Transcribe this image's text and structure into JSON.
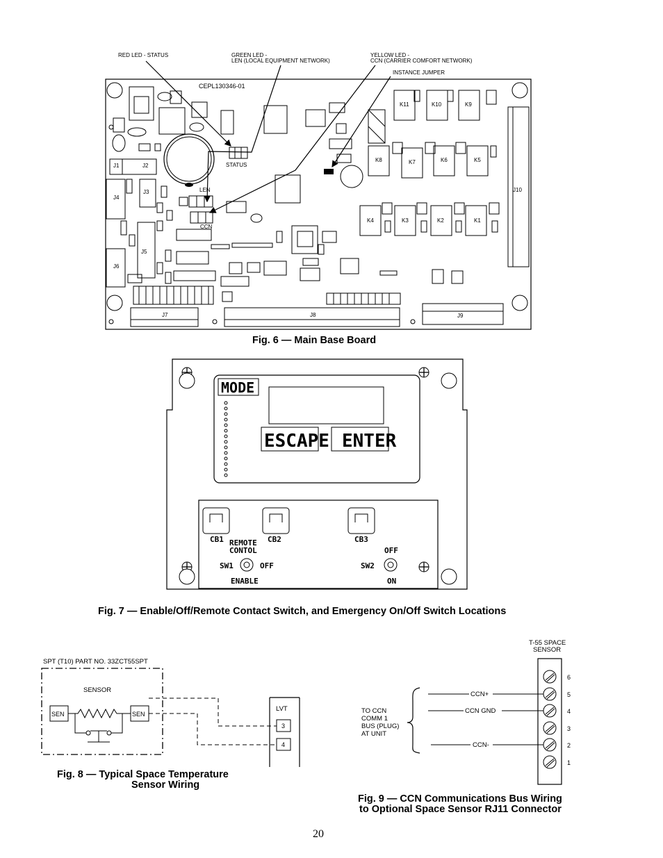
{
  "fig6": {
    "callouts": {
      "red_led": "RED LED - STATUS",
      "green_led_line1": "GREEN LED -",
      "green_led_line2": "LEN (LOCAL EQUIPMENT NETWORK)",
      "yellow_led_line1": "YELLOW LED -",
      "yellow_led_line2": "CCN (CARRIER COMFORT NETWORK)",
      "instance_jumper": "INSTANCE JUMPER"
    },
    "board_part": "CEPL130346-01",
    "led_labels": {
      "status": "STATUS",
      "len": "LEN",
      "ccn": "CCN"
    },
    "connectors": [
      "J1",
      "J2",
      "J3",
      "J4",
      "J5",
      "J6",
      "J7",
      "J8",
      "J9",
      "J10"
    ],
    "relays": [
      "K11",
      "K10",
      "K9",
      "K8",
      "K7",
      "K6",
      "K5",
      "K4",
      "K3",
      "K2",
      "K1"
    ],
    "caption": "Fig. 6 — Main Base Board"
  },
  "fig7": {
    "mode": "MODE",
    "escape": "ESCAPE",
    "enter": "ENTER",
    "breakers": [
      "CB1",
      "CB2",
      "CB3"
    ],
    "sw1_top_line1": "REMOTE",
    "sw1_top_line2": "CONTOL",
    "sw1": "SW1",
    "sw1_off": "OFF",
    "sw1_enable": "ENABLE",
    "sw2": "SW2",
    "sw2_off": "OFF",
    "sw2_on": "ON",
    "caption": "Fig. 7 — Enable/Off/Remote Contact Switch, and Emergency On/Off Switch Locations"
  },
  "fig8": {
    "title": "SPT (T10) PART NO. 33ZCT55SPT",
    "sensor": "SENSOR",
    "sen_left": "SEN",
    "sen_right": "SEN",
    "lvt": "LVT",
    "terminal_3": "3",
    "terminal_4": "4",
    "caption_line1": "Fig. 8 — Typical Space Temperature",
    "caption_line2": "Sensor Wiring"
  },
  "fig9": {
    "sensor_line1": "T-55 SPACE",
    "sensor_line2": "SENSOR",
    "pins": [
      "6",
      "5",
      "4",
      "3",
      "2",
      "1"
    ],
    "ccn_plus": "CCN+",
    "ccn_gnd": "CCN GND",
    "ccn_minus": "CCN-",
    "to_ccn_line1": "TO CCN",
    "to_ccn_line2": "COMM 1",
    "to_ccn_line3": "BUS (PLUG)",
    "to_ccn_line4": "AT UNIT",
    "caption_line1": "Fig. 9 — CCN Communications Bus Wiring",
    "caption_line2": "to Optional Space Sensor RJ11 Connector"
  },
  "page_number": "20"
}
